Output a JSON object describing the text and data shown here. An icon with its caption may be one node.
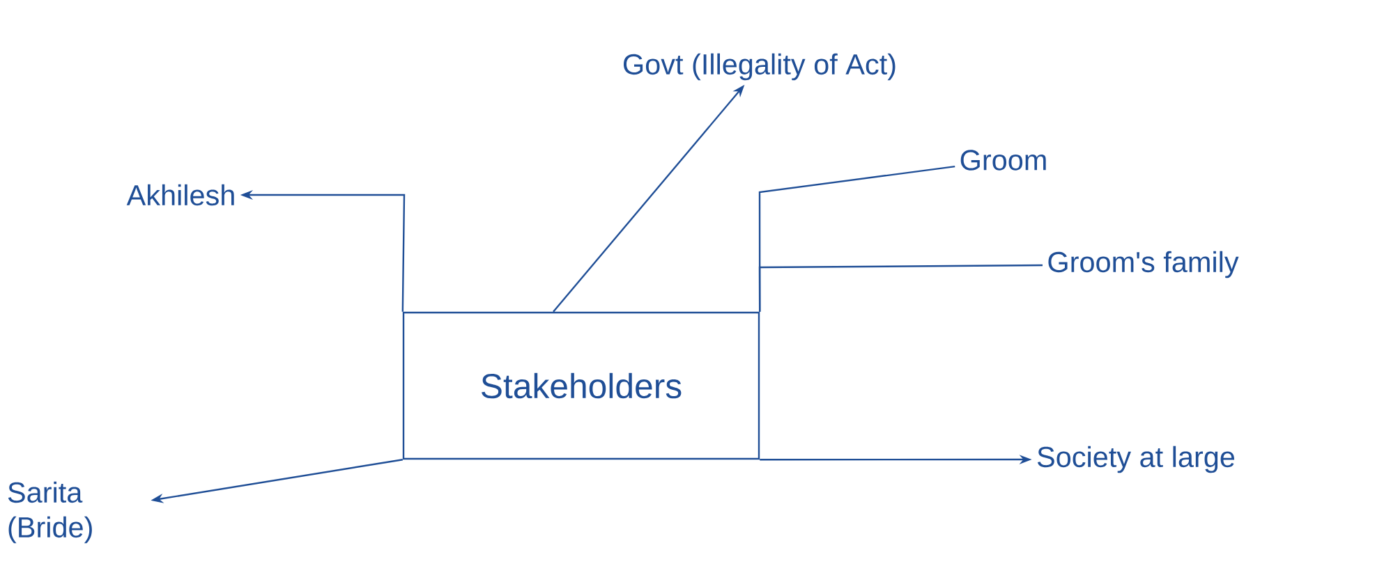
{
  "diagram": {
    "nodes": [
      {
        "text": [
          "Stakeholders"
        ]
      },
      {
        "text": [
          "Akhilesh"
        ]
      },
      {
        "text": [
          "Govt (Illegality of Act)"
        ]
      },
      {
        "text": [
          "Groom"
        ]
      },
      {
        "text": [
          "Groom's family"
        ]
      },
      {
        "text": [
          "Sarita (Bride)"
        ]
      },
      {
        "text": [
          "Society at large"
        ]
      }
    ],
    "edges": [
      {
        "from": 0,
        "to": 1,
        "arrow": "to"
      },
      {
        "from": 0,
        "to": 2,
        "arrow": "to"
      },
      {
        "from": 0,
        "to": 3,
        "arrow": "none"
      },
      {
        "from": 0,
        "to": 4,
        "arrow": "none"
      },
      {
        "from": 0,
        "to": 5,
        "arrow": "to"
      },
      {
        "from": 0,
        "to": 6,
        "arrow": "to"
      }
    ]
  }
}
